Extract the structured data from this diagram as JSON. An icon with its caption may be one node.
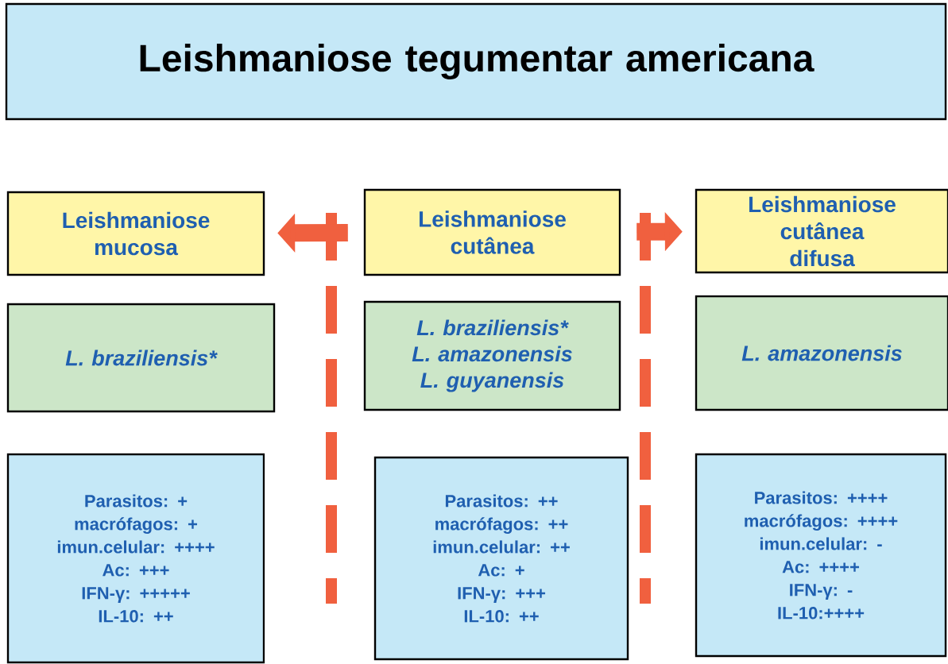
{
  "diagram": {
    "nodes": [
      {
        "text": [
          "Leishmaniose tegumentar americana"
        ]
      },
      {
        "text": [
          "Leishmaniose mucosa"
        ]
      },
      {
        "text": [
          "Leishmaniose cutânea"
        ]
      },
      {
        "text": [
          "Leishmaniose cutânea difusa"
        ]
      },
      {
        "text": [
          "L. braziliensis*"
        ]
      },
      {
        "text": [
          "L. braziliensis*",
          "L. amazonensis",
          "L. guyanensis"
        ]
      },
      {
        "text": [
          "L. amazonensis"
        ]
      },
      {
        "text": [
          "Parasitos: +",
          "macrófagos: +",
          "imun.celular: ++++",
          "Ac: +++",
          "IFN-γ: +++++",
          "IL-10: ++"
        ]
      },
      {
        "text": [
          "Parasitos: ++",
          "macrófagos: ++",
          "imun.celular: ++",
          "Ac: +",
          "IFN-γ: +++",
          "IL-10: ++"
        ]
      },
      {
        "text": [
          "Parasitos: ++++",
          "macrófagos: ++++",
          "imun.celular: -",
          "Ac: ++++",
          "IFN-γ: -",
          "IL-10:++++"
        ]
      }
    ],
    "edges": [
      {
        "from": 2,
        "to": 1,
        "arrow": "to"
      },
      {
        "from": 2,
        "to": 3,
        "arrow": "to"
      }
    ]
  }
}
